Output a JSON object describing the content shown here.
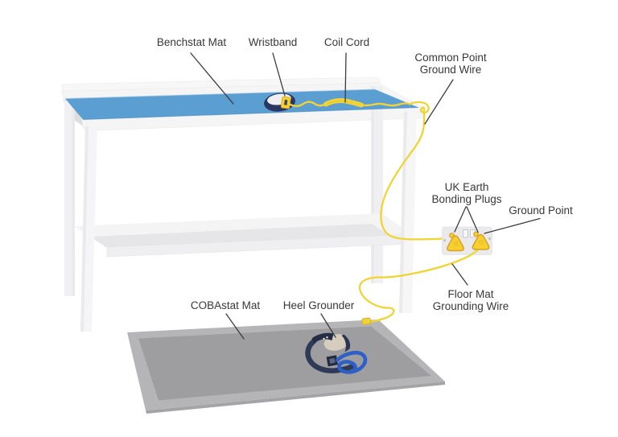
{
  "diagram": {
    "labels": {
      "benchstat_mat": "Benchstat Mat",
      "wristband": "Wristband",
      "coil_cord": "Coil Cord",
      "common_point_line1": "Common Point",
      "common_point_line2": "Ground Wire",
      "uk_plugs_line1": "UK Earth",
      "uk_plugs_line2": "Bonding Plugs",
      "ground_point": "Ground Point",
      "floor_wire_line1": "Floor Mat",
      "floor_wire_line2": "Grounding Wire",
      "cobastat_mat": "COBAstat Mat",
      "heel_grounder": "Heel Grounder"
    },
    "colors": {
      "benchstat_mat_blue": "#5B9ED2",
      "wire_yellow": "#F0D335",
      "plug_yellow": "#F8D02E",
      "floor_mat_gray": "#9E9EA0",
      "floor_mat_border": "#B5B5B7",
      "wristband_navy": "#2A3760",
      "heel_ribbon_blue": "#2D5FC6",
      "bench_white": "#F5F5F6",
      "label_text": "#383838"
    }
  }
}
